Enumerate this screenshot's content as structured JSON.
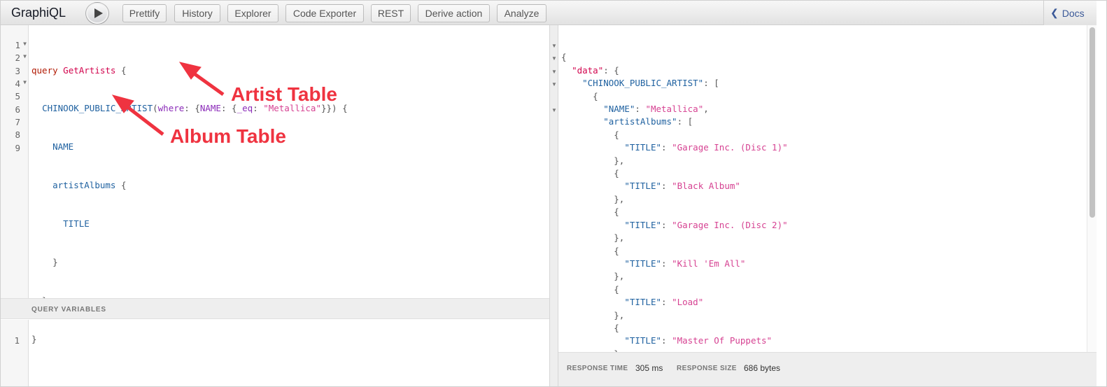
{
  "app": {
    "title": "GraphiQL"
  },
  "toolbar": {
    "buttons": [
      "Prettify",
      "History",
      "Explorer",
      "Code Exporter",
      "REST",
      "Derive action",
      "Analyze"
    ],
    "docs_label": "Docs"
  },
  "editor": {
    "line_numbers": [
      "1",
      "2",
      "3",
      "4",
      "5",
      "6",
      "7",
      "8",
      "9"
    ],
    "lines": [
      {
        "t1": "query",
        "t2": "GetArtists",
        "t3": " {"
      },
      {
        "t1": "CHINOOK_PUBLIC_ARTIST",
        "t2": "where",
        "t3": "NAME",
        "t4": "_eq",
        "t5": "\"Metallica\""
      },
      {
        "t1": "NAME"
      },
      {
        "t1": "artistAlbums",
        "t2": " {"
      },
      {
        "t1": "TITLE"
      },
      {
        "t1": "}"
      },
      {
        "t1": "}"
      },
      {
        "t1": "}"
      }
    ]
  },
  "annotations": {
    "artist": "Artist Table",
    "album": "Album Table"
  },
  "variables": {
    "title": "QUERY VARIABLES",
    "line_number": "1"
  },
  "result": {
    "lines": [
      "{",
      "\"data\"",
      "\"CHINOOK_PUBLIC_ARTIST\"",
      "{",
      "\"NAME\"",
      "\"Metallica\"",
      "\"artistAlbums\"",
      "\"TITLE\"",
      "\"Garage Inc. (Disc 1)\"",
      "\"Black Album\"",
      "\"Garage Inc. (Disc 2)\"",
      "\"Kill 'Em All\"",
      "\"Load\"",
      "\"Master Of Puppets\""
    ]
  },
  "footer": {
    "response_time_label": "RESPONSE TIME",
    "response_time_value": "305 ms",
    "response_size_label": "RESPONSE SIZE",
    "response_size_value": "686 bytes"
  },
  "colors": {
    "keyword": "#b11a04",
    "definition": "#d2054e",
    "property": "#1f61a0",
    "attribute": "#8b2bb9",
    "string": "#d64292",
    "annotation": "#ef3340",
    "docs_link": "#3b5998"
  },
  "icons": [
    "play-icon",
    "chevron-left-icon",
    "fold-arrow-icon"
  ]
}
